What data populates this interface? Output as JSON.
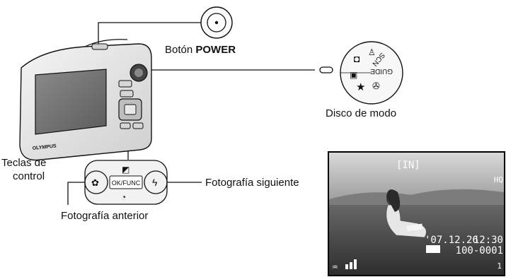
{
  "labels": {
    "power_prefix": "Botón",
    "power_bold": "POWER",
    "mode_dial": "Disco de modo",
    "control_keys_line1": "Teclas de",
    "control_keys_line2": "control",
    "next_photo": "Fotografía siguiente",
    "prev_photo": "Fotografía anterior"
  },
  "camera": {
    "brand": "OLYMPUS"
  },
  "dial": {
    "marks": [
      "SCN",
      "GUIDE"
    ]
  },
  "control_pad": {
    "center_label": "OK/FUNC"
  },
  "lcd": {
    "memory": "[IN]",
    "quality": "HQ",
    "date": "'07.12.26",
    "time": "12:30",
    "file_number": "100-0001",
    "frame_count": "1"
  },
  "colors": {
    "line": "#111111",
    "camera_body": "#e8e8e8",
    "screen": "#6f6f6f"
  }
}
